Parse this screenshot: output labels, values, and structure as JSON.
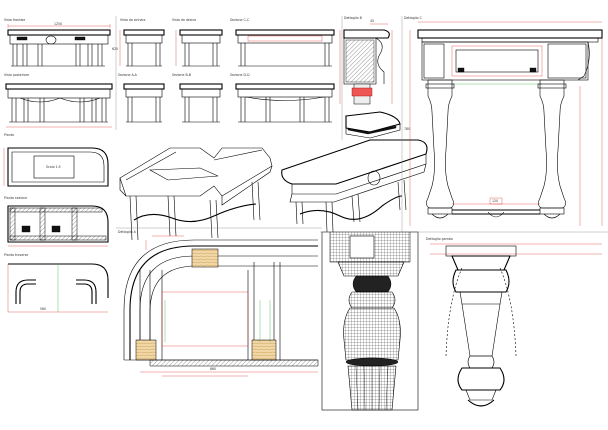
{
  "sheet_title": "",
  "panels": {
    "front_view": "Vista frontale",
    "side_view_a": "Vista da sinistra",
    "side_view_b": "Vista da destra",
    "section_view": "Sezione C-C",
    "top_view": "Vista dall'alto",
    "back_view": "Vista posteriore",
    "section_a": "Sezione A-A",
    "section_b": "Sezione B-B",
    "section_d": "Sezione D-D",
    "plan_view": "Pianta",
    "plan_section": "Pianta sezione",
    "plan_stretcher": "Pianta traverse",
    "detail_a": "Dettaglio A",
    "detail_b": "Dettaglio B",
    "detail_c": "Dettaglio C",
    "leg_detail": "Dettaglio gamba",
    "scale_note": "Scala 1:5"
  },
  "dimension_labels": [
    "1250",
    "620",
    "780",
    "45",
    "120",
    "860",
    "560"
  ],
  "colors": {
    "line": "#000000",
    "dimension": "#dd2222",
    "dimension_alt": "#22aa22",
    "wood_fill": "#f3d9a8"
  }
}
